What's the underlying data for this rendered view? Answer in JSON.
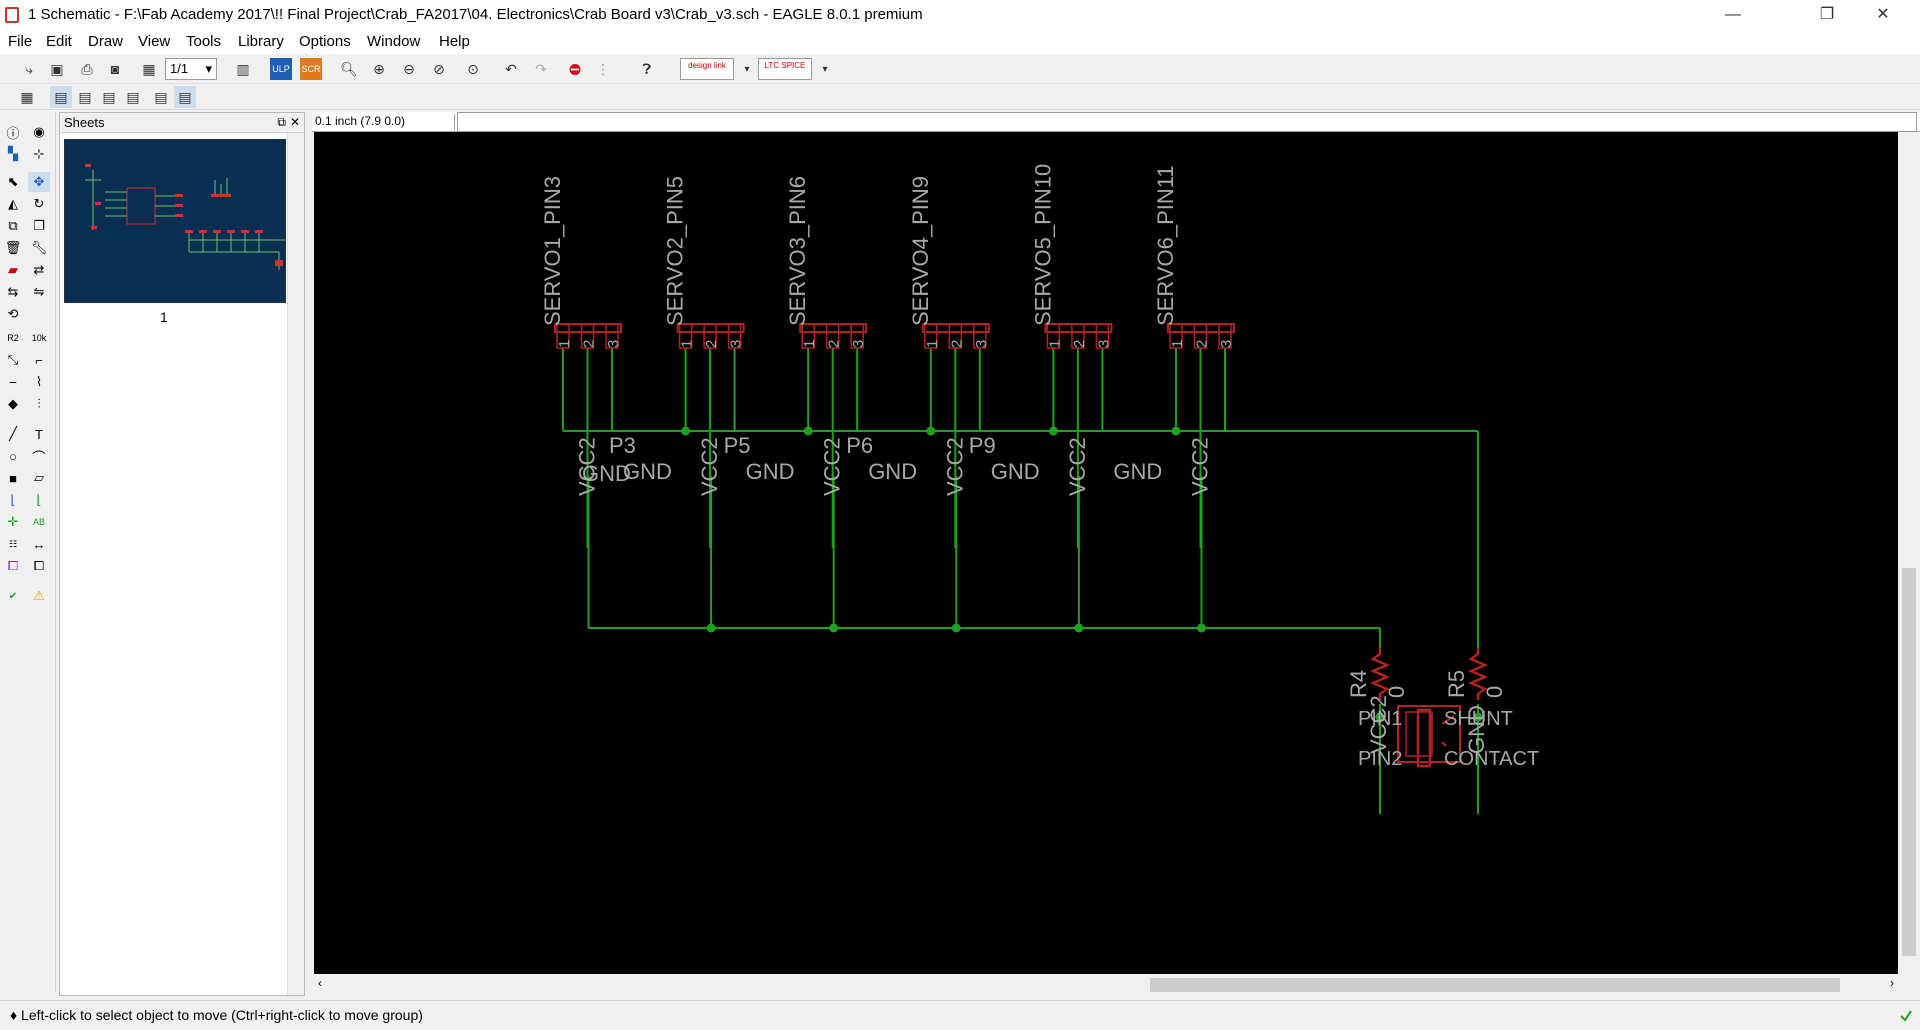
{
  "window": {
    "title": "1 Schematic - F:\\Fab Academy 2017\\!! Final Project\\Crab_FA2017\\04. Electronics\\Crab Board v3\\Crab_v3.sch - EAGLE 8.0.1 premium",
    "minimize": "—",
    "restore": "❐",
    "close": "✕"
  },
  "menu": {
    "file": "File",
    "edit": "Edit",
    "draw": "Draw",
    "view": "View",
    "tools": "Tools",
    "library": "Library",
    "options": "Options",
    "window": "Window",
    "help": "Help"
  },
  "toolbar": {
    "sheet_select": "1/1",
    "designlink": "design link",
    "ltspice": "LTC SPICE"
  },
  "sheets_panel": {
    "title": "Sheets",
    "sheet_number": "1"
  },
  "coords": {
    "readout": "0.1 inch (7.9 0.0)",
    "command": ""
  },
  "schematic": {
    "headers": [
      {
        "label": "SERVO1_PIN3",
        "net": "P3",
        "gnd": "GND",
        "vcc": "VCC2"
      },
      {
        "label": "SERVO2_PIN5",
        "net": "P5",
        "gnd": "GND",
        "vcc": "VCC2"
      },
      {
        "label": "SERVO3_PIN6",
        "net": "P6",
        "gnd": "GND",
        "vcc": "VCC2"
      },
      {
        "label": "SERVO4_PIN9",
        "net": "P9",
        "gnd": "GND",
        "vcc": "VCC2"
      },
      {
        "label": "SERVO5_PIN10",
        "net": "",
        "gnd": "GND",
        "vcc": "VCC2"
      },
      {
        "label": "SERVO6_PIN11",
        "net": "",
        "gnd": "",
        "vcc": "VCC2"
      }
    ],
    "pin_numbers": [
      "1",
      "2",
      "3"
    ],
    "r4_name": "R4",
    "r4_value": "0",
    "r5_name": "R5",
    "r5_value": "0",
    "r4_net": "VCC2",
    "r5_net": "GND",
    "jumper": {
      "pin1": "PIN1",
      "pin2": "PIN2",
      "shunt": "SHUNT",
      "contact": "CONTACT"
    }
  },
  "status": {
    "message": "♦ Left-click to select object to move (Ctrl+right-click to move group)"
  },
  "colors": {
    "canvas": "#000000",
    "wire": "#1fa11f",
    "part": "#b22222",
    "text": "#a8a8a8"
  }
}
